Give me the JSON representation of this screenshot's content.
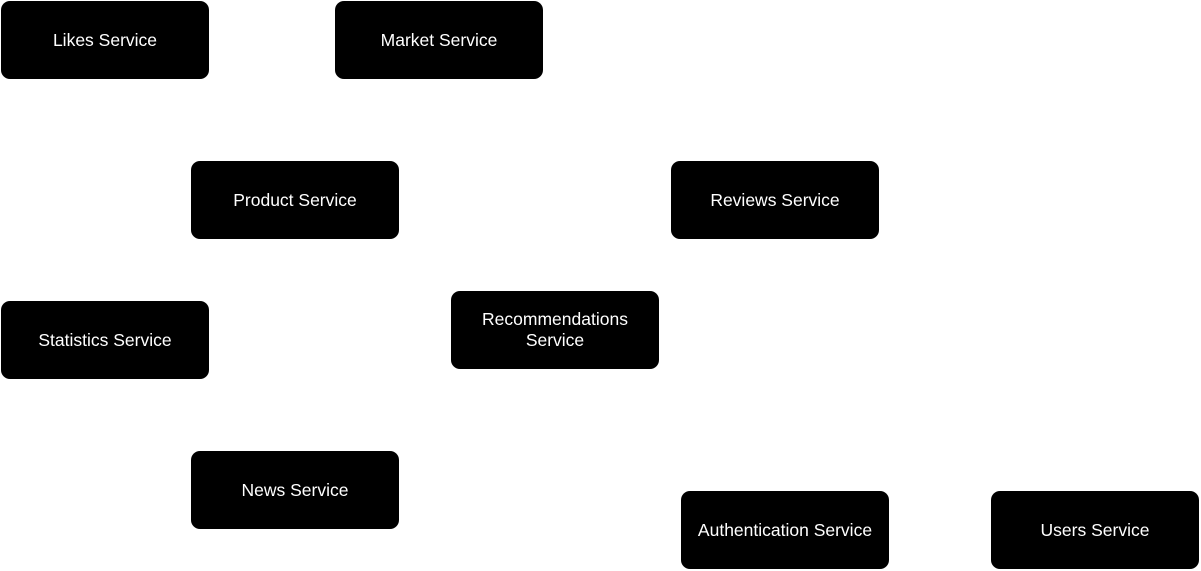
{
  "diagram": {
    "background": "#ffffff",
    "node_fill": "#000000",
    "node_text_color": "#ffffff",
    "nodes": {
      "likes": "Likes Service",
      "market": "Market Service",
      "product": "Product Service",
      "reviews": "Reviews Service",
      "statistics": "Statistics Service",
      "recommendations": "Recommendations Service",
      "news": "News Service",
      "authentication": "Authentication Service",
      "users": "Users Service"
    }
  }
}
